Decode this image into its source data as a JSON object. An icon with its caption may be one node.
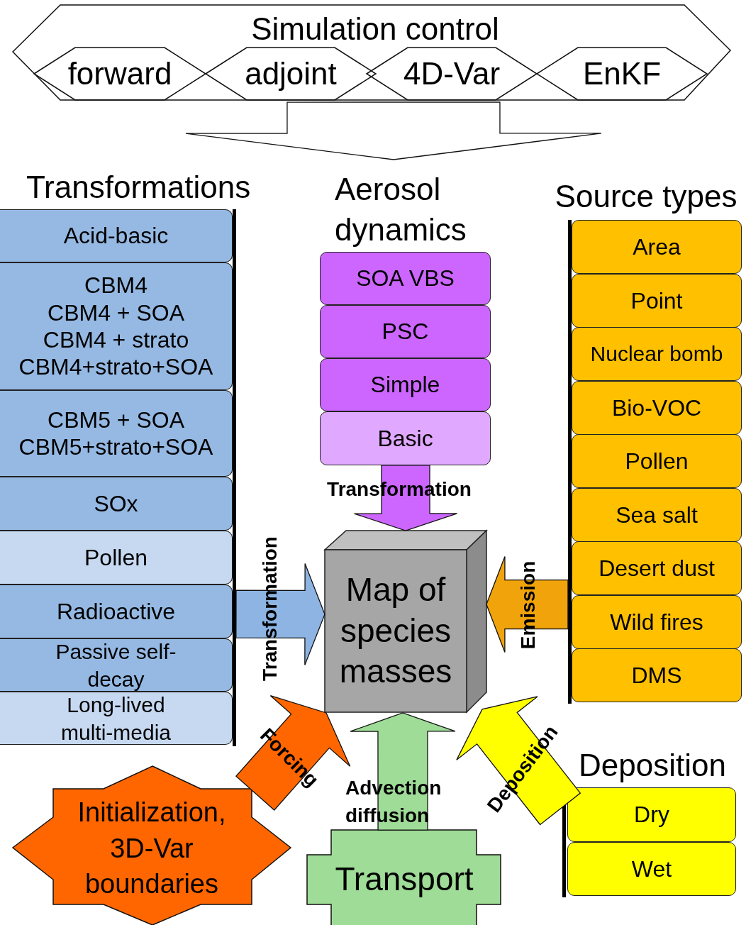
{
  "diagram": {
    "nodes": [
      {
        "text": [
          "Simulation control"
        ]
      },
      {
        "text": [
          "forward"
        ],
        "in": 0
      },
      {
        "text": [
          "adjoint"
        ],
        "in": 0
      },
      {
        "text": [
          "4D-Var"
        ],
        "in": 0
      },
      {
        "text": [
          "EnKF"
        ],
        "in": 0
      },
      {
        "text": [
          "Transformations"
        ]
      },
      {
        "text": [
          "Acid-basic"
        ],
        "in": 5
      },
      {
        "text": [
          "CBM4",
          "CBM4 + SOA",
          "CBM4 + strato",
          "CBM4+strato+SOA"
        ],
        "in": 5
      },
      {
        "text": [
          "CBM5 + SOA",
          "CBM5+strato+SOA"
        ],
        "in": 5
      },
      {
        "text": [
          "SOx"
        ],
        "in": 5
      },
      {
        "text": [
          "Pollen"
        ],
        "in": 5
      },
      {
        "text": [
          "Radioactive"
        ],
        "in": 5
      },
      {
        "text": [
          "Passive self-decay"
        ],
        "in": 5
      },
      {
        "text": [
          "Long-lived multi-media"
        ],
        "in": 5
      },
      {
        "text": [
          "Aerosol dynamics"
        ]
      },
      {
        "text": [
          "SOA VBS"
        ],
        "in": 14
      },
      {
        "text": [
          "PSC"
        ],
        "in": 14
      },
      {
        "text": [
          "Simple"
        ],
        "in": 14
      },
      {
        "text": [
          "Basic"
        ],
        "in": 14
      },
      {
        "text": [
          "Source types"
        ]
      },
      {
        "text": [
          "Area"
        ],
        "in": 19
      },
      {
        "text": [
          "Point"
        ],
        "in": 19
      },
      {
        "text": [
          "Nuclear bomb"
        ],
        "in": 19
      },
      {
        "text": [
          "Bio-VOC"
        ],
        "in": 19
      },
      {
        "text": [
          "Pollen"
        ],
        "in": 19
      },
      {
        "text": [
          "Sea salt"
        ],
        "in": 19
      },
      {
        "text": [
          "Desert dust"
        ],
        "in": 19
      },
      {
        "text": [
          "Wild fires"
        ],
        "in": 19
      },
      {
        "text": [
          "DMS"
        ],
        "in": 19
      },
      {
        "text": [
          "Map of species masses"
        ]
      },
      {
        "text": [
          "Deposition"
        ]
      },
      {
        "text": [
          "Dry"
        ],
        "in": 30
      },
      {
        "text": [
          "Wet"
        ],
        "in": 30
      },
      {
        "text": [
          "Initialization, 3D-Var boundaries"
        ]
      },
      {
        "text": [
          "Transport"
        ]
      }
    ],
    "edges": [
      {
        "from": 0,
        "to": null,
        "arrow": "to"
      },
      {
        "from": 14,
        "to": 29,
        "arrow": "to",
        "label": "Transformation",
        "color": "#cc66ff"
      },
      {
        "from": 5,
        "to": 29,
        "arrow": "to",
        "label": "Transformation",
        "color": "#8db4e2"
      },
      {
        "from": 19,
        "to": 29,
        "arrow": "to",
        "label": "Emission",
        "color": "#f0a30a"
      },
      {
        "from": 33,
        "to": 29,
        "arrow": "to",
        "label": "Forcing",
        "color": "#ff6600"
      },
      {
        "from": 34,
        "to": 29,
        "arrow": "to",
        "label": "Advection diffusion",
        "color": "#9fdc97"
      },
      {
        "from": 30,
        "to": 29,
        "arrow": "to",
        "label": "Deposition",
        "color": "#ffff00"
      }
    ]
  }
}
